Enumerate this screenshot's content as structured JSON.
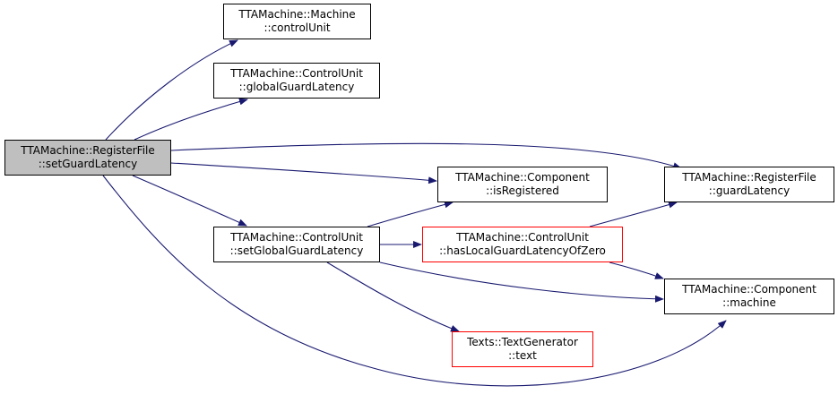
{
  "colors": {
    "edge": "#191970",
    "node_border": "#000000",
    "root_fill": "#bfbfbf",
    "alt_border": "#ff0000"
  },
  "nodes": [
    {
      "id": "setGuardLatency",
      "line1": "TTAMachine::RegisterFile",
      "line2": "::setGuardLatency",
      "style": "root"
    },
    {
      "id": "controlUnit",
      "line1": "TTAMachine::Machine",
      "line2": "::controlUnit",
      "style": "normal"
    },
    {
      "id": "globalGuardLatency",
      "line1": "TTAMachine::ControlUnit",
      "line2": "::globalGuardLatency",
      "style": "normal"
    },
    {
      "id": "isRegistered",
      "line1": "TTAMachine::Component",
      "line2": "::isRegistered",
      "style": "normal"
    },
    {
      "id": "setGlobalGuardLatency",
      "line1": "TTAMachine::ControlUnit",
      "line2": "::setGlobalGuardLatency",
      "style": "normal"
    },
    {
      "id": "hasLocalGuardLatencyOfZero",
      "line1": "TTAMachine::ControlUnit",
      "line2": "::hasLocalGuardLatencyOfZero",
      "style": "red"
    },
    {
      "id": "guardLatency",
      "line1": "TTAMachine::RegisterFile",
      "line2": "::guardLatency",
      "style": "normal"
    },
    {
      "id": "machine",
      "line1": "TTAMachine::Component",
      "line2": "::machine",
      "style": "normal"
    },
    {
      "id": "text",
      "line1": "Texts::TextGenerator",
      "line2": "::text",
      "style": "red"
    }
  ],
  "edges": [
    {
      "from": "setGuardLatency",
      "to": "controlUnit"
    },
    {
      "from": "setGuardLatency",
      "to": "globalGuardLatency"
    },
    {
      "from": "setGuardLatency",
      "to": "guardLatency"
    },
    {
      "from": "setGuardLatency",
      "to": "isRegistered"
    },
    {
      "from": "setGuardLatency",
      "to": "setGlobalGuardLatency"
    },
    {
      "from": "setGuardLatency",
      "to": "machine"
    },
    {
      "from": "setGlobalGuardLatency",
      "to": "isRegistered"
    },
    {
      "from": "setGlobalGuardLatency",
      "to": "hasLocalGuardLatencyOfZero"
    },
    {
      "from": "setGlobalGuardLatency",
      "to": "machine"
    },
    {
      "from": "setGlobalGuardLatency",
      "to": "text"
    },
    {
      "from": "hasLocalGuardLatencyOfZero",
      "to": "guardLatency"
    },
    {
      "from": "hasLocalGuardLatencyOfZero",
      "to": "machine"
    }
  ]
}
